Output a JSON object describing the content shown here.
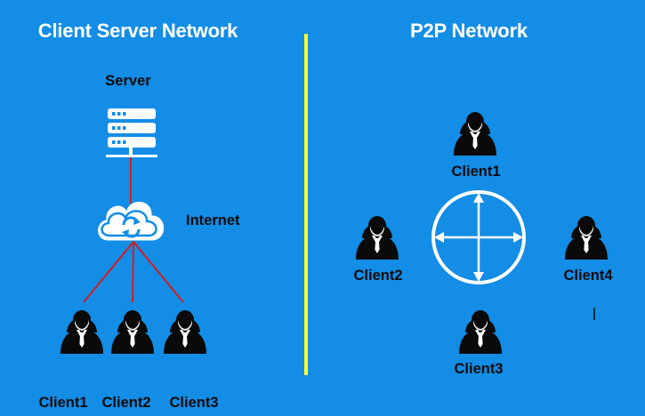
{
  "colors": {
    "background": "#138de6",
    "divider": "#ffff2e",
    "link": "#d21e1e",
    "title_text": "#ffffff",
    "label_text": "#0a0a0a",
    "icon_fill": "#ffffff",
    "person_fill": "#0a0a0a"
  },
  "client_server": {
    "title": "Client Server Network",
    "server_label": "Server",
    "server_icon": "server-rack-icon",
    "internet_label": "Internet",
    "internet_icon": "cloud-sync-icon",
    "client_icon": "user-icon",
    "clients": [
      "Client1",
      "Client2",
      "Client3"
    ]
  },
  "p2p": {
    "title": "P2P Network",
    "hub_icon": "four-way-arrows-circle-icon",
    "client_icon": "user-icon",
    "clients": [
      "Client1",
      "Client2",
      "Client3",
      "Client4"
    ]
  }
}
